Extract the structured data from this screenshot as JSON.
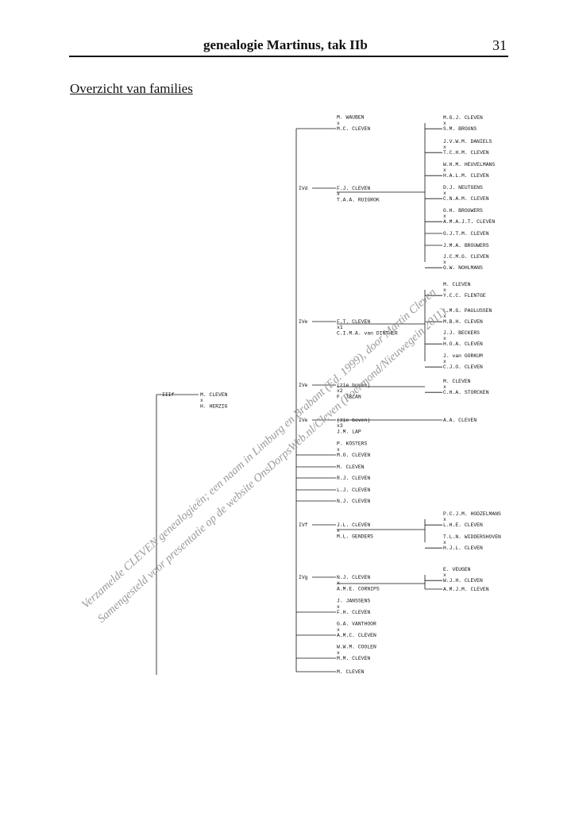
{
  "header": {
    "title": "genealogie Martinus, tak IIb",
    "page_number": "31"
  },
  "section_title": "Overzicht van families",
  "watermark": {
    "line1": "Verzamelde CLEVEN genealogieën; een naam in Limburg en Brabant (Ed. 1999), door Martin Cleven",
    "line2": "Samengesteld voor presentatie op de website OnsDorpsWeb.nl/Cleven (Roermond/Nieuwegein 2011)."
  },
  "tree": {
    "root": {
      "code": "IIIf",
      "line1": "M. CLEVEN",
      "line2": "H. HERZIG"
    },
    "children": [
      {
        "top": "M. WAUBEN",
        "x": "x",
        "name": "M.C. CLEVEN"
      },
      {
        "code": "IVd",
        "name": "F.J. CLEVEN",
        "x": "x",
        "spouse": "T.A.A. RUIGROK",
        "grandchildren": [
          {
            "top": "M.G.J. CLEVEN",
            "x": "x",
            "bottom": "S.M. BROUNS"
          },
          {
            "top": "J.V.W.M. DANIELS",
            "x": "x",
            "bottom": "T.C.H.M. CLEVEN"
          },
          {
            "top": "W.H.M. HEUVELMANS",
            "x": "x",
            "bottom": "H.A.L.M. CLEVEN"
          },
          {
            "top": "D.J. NEUTGENS",
            "x": "x",
            "bottom": "C.N.A.M. CLEVEN"
          },
          {
            "top": "G.H. BROUWERS",
            "x": "x",
            "bottom": "A.M.A.J.T. CLEVEN"
          },
          {
            "single": "G.J.T.M. CLEVEN"
          },
          {
            "single": "J.M.A. BROUWERS"
          },
          {
            "top": "J.C.M.G. CLEVEN",
            "x": "x",
            "bottom": "G.W. NOHLMANS"
          }
        ]
      },
      {
        "code": "IVe",
        "name": "F.T. CLEVEN",
        "x": "x1",
        "spouse": "C.I.M.A. van DINTHER",
        "grandchildren": [
          {
            "top": "M. CLEVEN",
            "x": "x",
            "bottom": "Y.C.C. FLENTGE"
          },
          {
            "top": "L.M.G. PAULUSSEN",
            "x": "x",
            "bottom": "M.B.H. CLEVEN"
          },
          {
            "top": "J.J. BECKERS",
            "x": "x",
            "bottom": "H.O.A. CLEVEN"
          },
          {
            "top": "J. van GORKUM",
            "x": "x",
            "bottom": "C.J.O. CLEVEN"
          }
        ]
      },
      {
        "code": "IVe",
        "name": "(zie boven)",
        "x": "x2",
        "spouse": "F. TRZAN",
        "grandchildren": [
          {
            "top": "M. CLEVEN",
            "x": "x",
            "bottom": "C.H.A. STORCKEN"
          }
        ]
      },
      {
        "code": "IVe",
        "name": "(zie boven)",
        "x": "x3",
        "spouse": "J.M. LAP",
        "grandchildren": [
          {
            "single": "A.A. CLEVEN"
          }
        ]
      },
      {
        "top": "P. KÖSTERS",
        "x": "x",
        "name": "M.O. CLEVEN"
      },
      {
        "name": "M. CLEVEN"
      },
      {
        "name": "R.J. CLEVEN"
      },
      {
        "name": "L.J. CLEVEN"
      },
      {
        "name": "N.J. CLEVEN"
      },
      {
        "code": "IVf",
        "name": "J.L. CLEVEN",
        "x": "x",
        "spouse": "M.L. GENDERS",
        "grandchildren": [
          {
            "top": "P.C.J.M. HODZELMANS",
            "x": "x",
            "bottom": "L.H.E. CLEVEN"
          },
          {
            "top": "T.L.N. WIDDERSHOVEN",
            "x": "x",
            "bottom": "H.J.L. CLEVEN"
          }
        ]
      },
      {
        "code": "IVg",
        "name": "N.J. CLEVEN",
        "x": "x",
        "spouse": "A.M.E. CORNIPS",
        "grandchildren": [
          {
            "top": "E. VEUGEN",
            "x": "x",
            "bottom": "W.J.H. CLEVEN"
          },
          {
            "single": "A.M.J.M. CLEVEN"
          }
        ]
      },
      {
        "top": "J. JANSSENS",
        "x": "x",
        "name": "F.H. CLEVEN"
      },
      {
        "top": "G.A. VANTHOOR",
        "x": "x",
        "name": "A.M.C. CLEVEN"
      },
      {
        "top": "W.W.M. COOLEN",
        "x": "x",
        "name": "M.M. CLEVEN"
      },
      {
        "name": "M. CLEVEN"
      }
    ]
  }
}
